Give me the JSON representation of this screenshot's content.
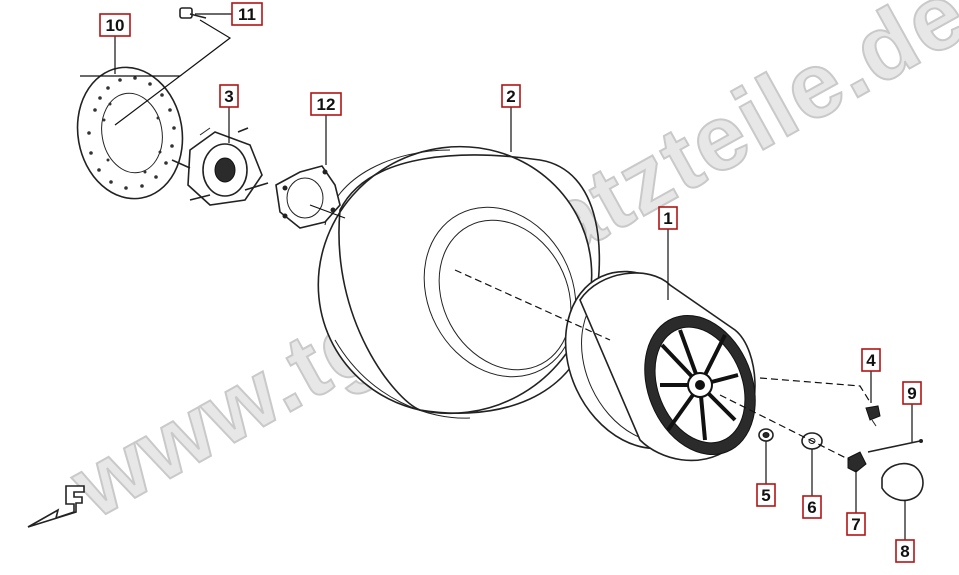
{
  "watermark": {
    "text": "www.tgbersatzteile.de"
  },
  "parts": [
    {
      "number": "1"
    },
    {
      "number": "2"
    },
    {
      "number": "3"
    },
    {
      "number": "4"
    },
    {
      "number": "5"
    },
    {
      "number": "6"
    },
    {
      "number": "7"
    },
    {
      "number": "8"
    },
    {
      "number": "9"
    },
    {
      "number": "10"
    },
    {
      "number": "11"
    },
    {
      "number": "12"
    }
  ],
  "direction_marker": {
    "letter": "F"
  },
  "colors": {
    "label_border": "#b31414",
    "line": "#111111",
    "watermark": "#e7e7e7"
  }
}
